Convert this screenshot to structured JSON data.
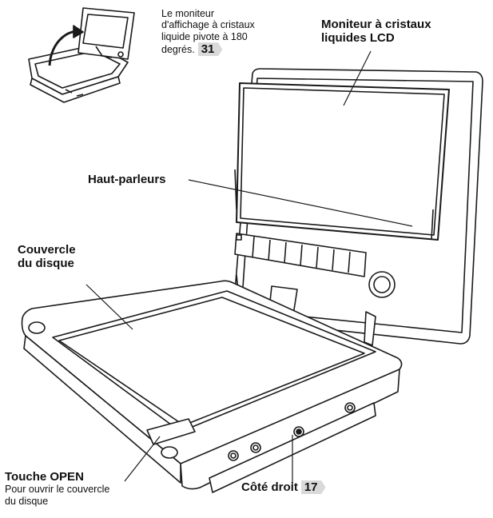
{
  "inset": {
    "caption_lines": [
      "Le moniteur",
      "d'affichage à cristaux",
      "liquide pivote à 180",
      "degrés."
    ],
    "page_ref": "31"
  },
  "labels": {
    "lcd": [
      "Moniteur à cristaux",
      "liquides LCD"
    ],
    "speakers": "Haut-parleurs",
    "disc_cover": [
      "Couvercle",
      "du disque"
    ],
    "open_button": "Touche OPEN",
    "open_desc": [
      "Pour ouvrir le couvercle",
      "du disque"
    ],
    "right_side": "Côté droit",
    "right_side_ref": "17"
  },
  "colors": {
    "stroke": "#1a1a1a",
    "tag_bg": "#d9d9d9",
    "fill": "#ffffff"
  }
}
